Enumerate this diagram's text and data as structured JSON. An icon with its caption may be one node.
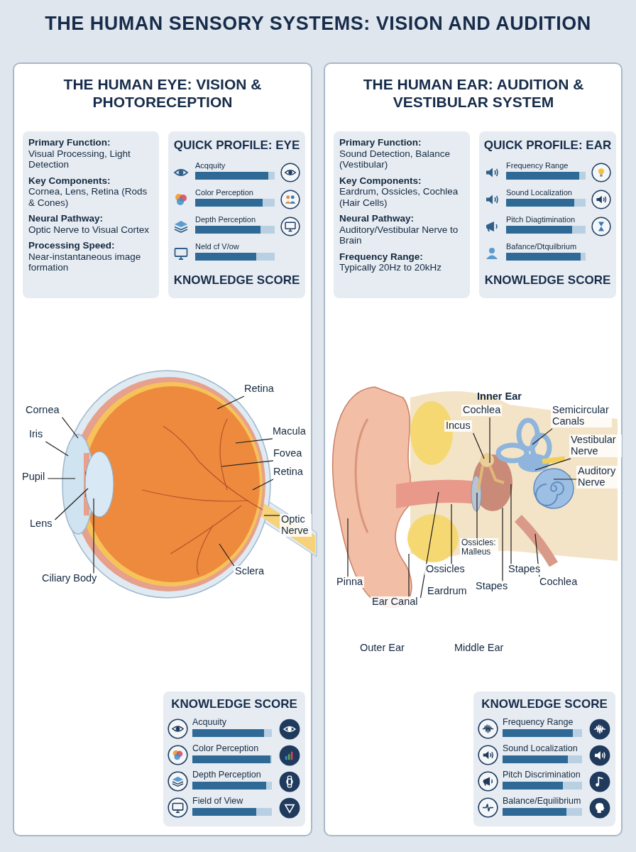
{
  "diagram": {
    "title": "THE HUMAN SENSORY SYSTEMS: VISION AND AUDITION",
    "nodes": [
      {
        "text": [
          "THE HUMAN EYE: VISION & PHOTORECEPTION"
        ]
      },
      {
        "text": [
          "Primary Function:",
          "Visual Processing, Light Detection",
          "Key Components:",
          "Cornea, Lens, Retina (Rods & Cones)",
          "Neural Pathway:",
          "Optic Nerve to Visual Cortex",
          "Processing Speed:",
          "Near-instantaneous image formation"
        ],
        "in": 0
      },
      {
        "text": [
          "QUICK PROFILE: EYE",
          "Acqquity",
          "Color Perception",
          "Depth Perception",
          "Neld cf V/ow",
          "KNOWLEDGE SCORE"
        ],
        "in": 0
      },
      {
        "text": [
          "Cornea"
        ],
        "in": 0
      },
      {
        "text": [
          "Iris"
        ],
        "in": 0
      },
      {
        "text": [
          "Pupil"
        ],
        "in": 0
      },
      {
        "text": [
          "Lens"
        ],
        "in": 0
      },
      {
        "text": [
          "Ciliary Body"
        ],
        "in": 0
      },
      {
        "text": [
          "Retina"
        ],
        "in": 0
      },
      {
        "text": [
          "Macula"
        ],
        "in": 0
      },
      {
        "text": [
          "Fovea"
        ],
        "in": 0
      },
      {
        "text": [
          "Retina"
        ],
        "in": 0
      },
      {
        "text": [
          "Optic Nerve"
        ],
        "in": 0
      },
      {
        "text": [
          "Sclera"
        ],
        "in": 0
      },
      {
        "text": [
          "KNOWLEDGE SCORE",
          "Acquuity",
          "Color Perception",
          "Depth Perception",
          "Field of View"
        ],
        "in": 0
      },
      {
        "text": [
          "THE HUMAN EAR: AUDITION & VESTIBULAR SYSTEM"
        ]
      },
      {
        "text": [
          "Primary Function:",
          "Sound Detection, Balance (Vestibular)",
          "Key Components:",
          "Eardrum, Ossicles, Cochlea (Hair Cells)",
          "Neural Pathway:",
          "Auditory/Vestibular Nerve to Brain",
          "Frequency Range:",
          "Typically 20Hz to 20kHz"
        ],
        "in": 15
      },
      {
        "text": [
          "QUICK PROFILE: EAR",
          "Frequency Range",
          "Sound Localization",
          "Pitch Diagtimination",
          "Bafance/Dtquilbrium",
          "KNOWLEDGE SCORE"
        ],
        "in": 15
      },
      {
        "text": [
          "Cochlea"
        ],
        "in": 15
      },
      {
        "text": [
          "Incus"
        ],
        "in": 15
      },
      {
        "text": [
          "Semicircular Canals"
        ],
        "in": 15
      },
      {
        "text": [
          "Vestibular Nerve"
        ],
        "in": 15
      },
      {
        "text": [
          "Auditory Nerve"
        ],
        "in": 15
      },
      {
        "text": [
          "Pinna"
        ],
        "in": 15
      },
      {
        "text": [
          "Ear Canal"
        ],
        "in": 15
      },
      {
        "text": [
          "Ossicles: Malleus"
        ],
        "in": 15
      },
      {
        "text": [
          "Ossicles"
        ],
        "in": 15
      },
      {
        "text": [
          "Stapes"
        ],
        "in": 15
      },
      {
        "text": [
          "Stapes"
        ],
        "in": 15
      },
      {
        "text": [
          "Cochlea"
        ],
        "in": 15
      },
      {
        "text": [
          "KNOWLEDGE SCORE",
          "Frequency Range",
          "Sound Localization",
          "Pitch Discrimination",
          "Balance/Equilibrium"
        ],
        "in": 15
      }
    ],
    "edges": [
      {
        "from": 3,
        "to": null,
        "arrow": "none"
      },
      {
        "from": 4,
        "to": null,
        "arrow": "none"
      },
      {
        "from": 5,
        "to": null,
        "arrow": "none"
      },
      {
        "from": 6,
        "to": null,
        "arrow": "none"
      },
      {
        "from": 7,
        "to": null,
        "arrow": "none"
      },
      {
        "from": 8,
        "to": null,
        "arrow": "none"
      },
      {
        "from": 9,
        "to": null,
        "arrow": "none"
      },
      {
        "from": 10,
        "to": null,
        "arrow": "none"
      },
      {
        "from": 11,
        "to": null,
        "arrow": "none"
      },
      {
        "from": 12,
        "to": null,
        "arrow": "none"
      },
      {
        "from": 13,
        "to": null,
        "arrow": "none"
      },
      {
        "from": 18,
        "to": null,
        "arrow": "none"
      },
      {
        "from": 19,
        "to": null,
        "arrow": "none"
      },
      {
        "from": 20,
        "to": null,
        "arrow": "none"
      },
      {
        "from": 21,
        "to": null,
        "arrow": "none"
      },
      {
        "from": 22,
        "to": null,
        "arrow": "none"
      },
      {
        "from": 23,
        "to": null,
        "arrow": "none"
      },
      {
        "from": 24,
        "to": null,
        "arrow": "none"
      },
      {
        "from": 24,
        "to": null,
        "arrow": "none"
      },
      {
        "from": 25,
        "to": null,
        "arrow": "none"
      },
      {
        "from": 26,
        "to": null,
        "arrow": "none"
      },
      {
        "from": 27,
        "to": null,
        "arrow": "none"
      },
      {
        "from": 28,
        "to": null,
        "arrow": "none"
      },
      {
        "from": 29,
        "to": null,
        "arrow": "none"
      }
    ],
    "labels": [
      "Inner Ear",
      "Eardrum",
      "Outer Ear",
      "Middle Ear"
    ]
  }
}
